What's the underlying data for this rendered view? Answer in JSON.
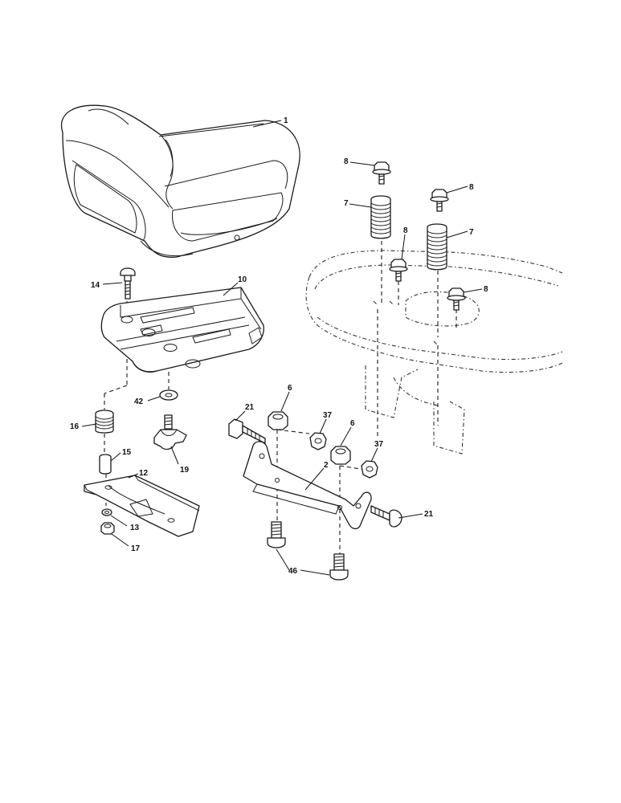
{
  "callouts": {
    "seat": "1",
    "seat_pan": "10",
    "carriage_bolt": "14",
    "seat_spring": "16",
    "spacer": "15",
    "slide_plate": "12",
    "washer_small": "13",
    "nut_small": "17",
    "flat_washer": "42",
    "knob": "19",
    "bolt_left": "21",
    "bolt_right": "21",
    "nut_left": "6",
    "nut_right": "6",
    "locknut_left": "37",
    "locknut_right": "37",
    "bracket": "2",
    "shoulder_bolts": "46",
    "fender_spring_left": "7",
    "fender_spring_right": "7",
    "screw_top_left": "8",
    "screw_top_right": "8",
    "screw_mid_left": "8",
    "screw_mid_right": "8"
  }
}
